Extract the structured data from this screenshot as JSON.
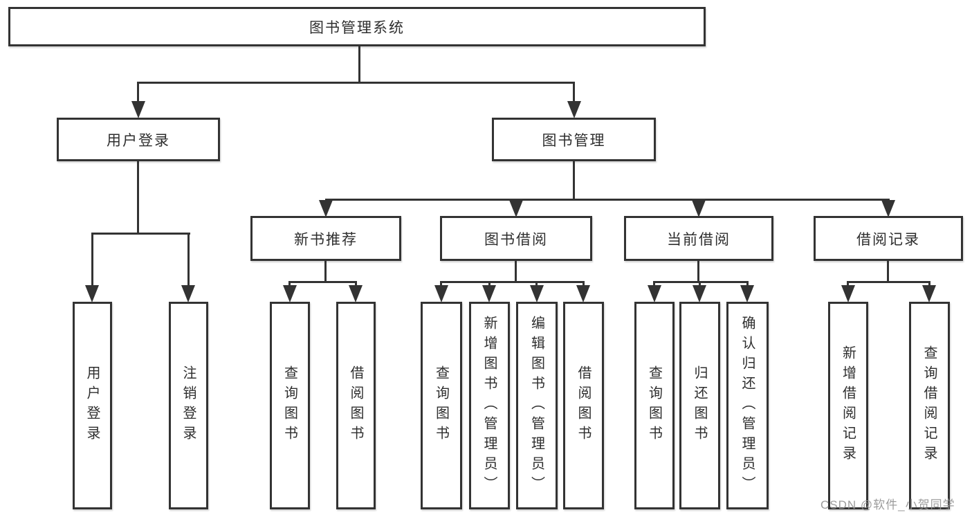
{
  "tree": {
    "root": "图书管理系统",
    "children": [
      {
        "label": "用户登录",
        "children": [
          {
            "label": "用户登录"
          },
          {
            "label": "注销登录"
          }
        ]
      },
      {
        "label": "图书管理",
        "children": [
          {
            "label": "新书推荐",
            "children": [
              {
                "label": "查询图书"
              },
              {
                "label": "借阅图书"
              }
            ]
          },
          {
            "label": "图书借阅",
            "children": [
              {
                "label": "查询图书"
              },
              {
                "label": "新增图书（管理员）"
              },
              {
                "label": "编辑图书（管理员）"
              },
              {
                "label": "借阅图书"
              }
            ]
          },
          {
            "label": "当前借阅",
            "children": [
              {
                "label": "查询图书"
              },
              {
                "label": "归还图书"
              },
              {
                "label": "确认归还（管理员）"
              }
            ]
          },
          {
            "label": "借阅记录",
            "children": [
              {
                "label": "新增借阅记录"
              },
              {
                "label": "查询借阅记录"
              }
            ]
          }
        ]
      }
    ]
  },
  "watermark": {
    "text": "CSDN @软件_小贺同学"
  },
  "colors": {
    "line": "#333333",
    "text": "#2e2e2e",
    "watermark": "#919191",
    "background": "#ffffff"
  }
}
